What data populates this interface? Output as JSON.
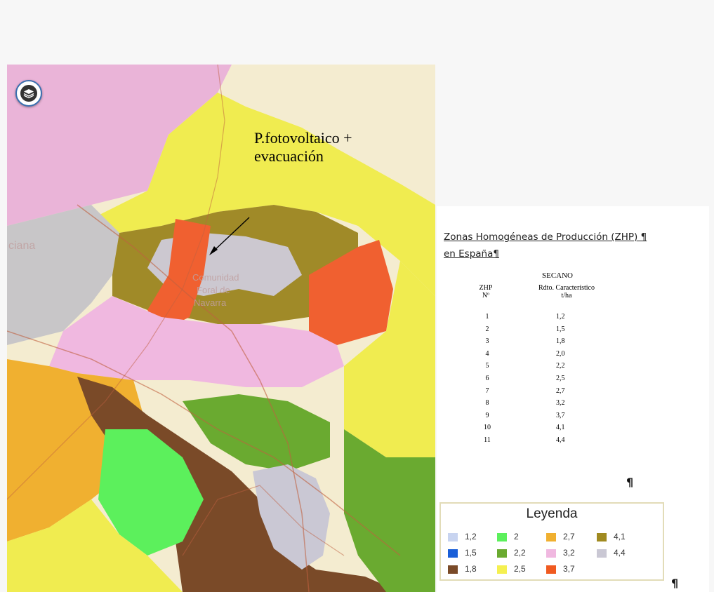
{
  "map": {
    "layers_button": "layers-icon",
    "place_labels": [
      "ciana",
      "Comunidad",
      "Foral de",
      "Navarra"
    ],
    "annotation_lines": [
      "P.fotovoltaico +",
      "evacuación"
    ]
  },
  "panel": {
    "heading_1": "Zonas Homogéneas de Producción (ZHP) ¶",
    "heading_2": "en España¶",
    "table_title": "SECANO",
    "col1_header_1": "ZHP",
    "col1_header_2": "Nº",
    "col2_header_1": "Rdto. Característico",
    "col2_header_2": "t/ha",
    "rows": [
      {
        "zhp": "1",
        "rdto": "1,2"
      },
      {
        "zhp": "2",
        "rdto": "1,5"
      },
      {
        "zhp": "3",
        "rdto": "1,8"
      },
      {
        "zhp": "4",
        "rdto": "2,0"
      },
      {
        "zhp": "5",
        "rdto": "2,2"
      },
      {
        "zhp": "6",
        "rdto": "2,5"
      },
      {
        "zhp": "7",
        "rdto": "2,7"
      },
      {
        "zhp": "8",
        "rdto": "3,2"
      },
      {
        "zhp": "9",
        "rdto": "3,7"
      },
      {
        "zhp": "10",
        "rdto": "4,1"
      },
      {
        "zhp": "11",
        "rdto": "4,4"
      }
    ],
    "pilcrow": "¶"
  },
  "legend": {
    "title": "Leyenda",
    "items": [
      {
        "value": "1,2",
        "color": "#c8d4f0"
      },
      {
        "value": "1,5",
        "color": "#1a5fd8"
      },
      {
        "value": "1,8",
        "color": "#7a4a28"
      },
      {
        "value": "2",
        "color": "#5cf05c"
      },
      {
        "value": "2,2",
        "color": "#6aaa30"
      },
      {
        "value": "2,5",
        "color": "#f5f050"
      },
      {
        "value": "2,7",
        "color": "#f0b030"
      },
      {
        "value": "3,2",
        "color": "#f0b8e0"
      },
      {
        "value": "3,7",
        "color": "#f05a20"
      },
      {
        "value": "4,1",
        "color": "#a08a20"
      },
      {
        "value": "4,4",
        "color": "#cac8d4"
      }
    ]
  }
}
